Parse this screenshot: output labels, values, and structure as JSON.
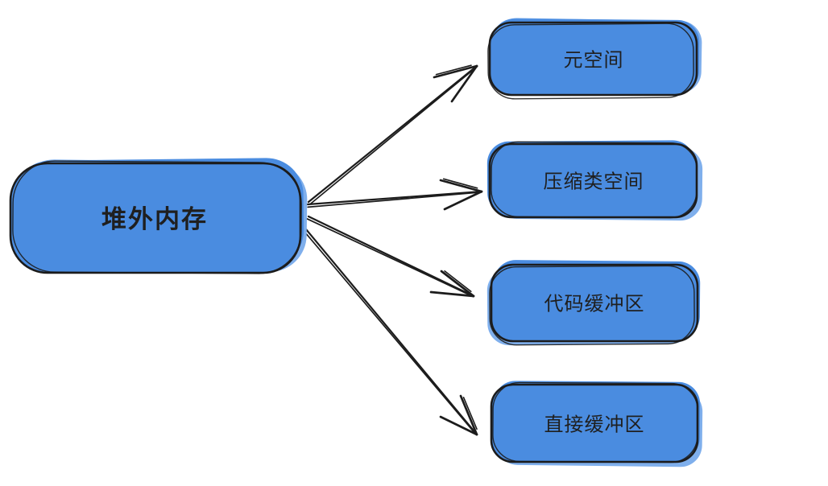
{
  "diagram": {
    "title": "off-heap memory breakdown",
    "nodes": {
      "offheap": {
        "label": "堆外内存"
      },
      "metaspace": {
        "label": "元空间"
      },
      "compressed_class_space": {
        "label": "压缩类空间"
      },
      "code_cache": {
        "label": "代码缓冲区"
      },
      "direct_buffer": {
        "label": "直接缓冲区"
      }
    },
    "edges": [
      {
        "from": "offheap",
        "to": "metaspace"
      },
      {
        "from": "offheap",
        "to": "compressed_class_space"
      },
      {
        "from": "offheap",
        "to": "code_cache"
      },
      {
        "from": "offheap",
        "to": "direct_buffer"
      }
    ]
  },
  "colors": {
    "node_fill": "#4a8ce0",
    "node_fill_light": "#7fafec",
    "stroke": "#1c1c1c",
    "text": "#1f1f1f",
    "background": "#ffffff"
  }
}
